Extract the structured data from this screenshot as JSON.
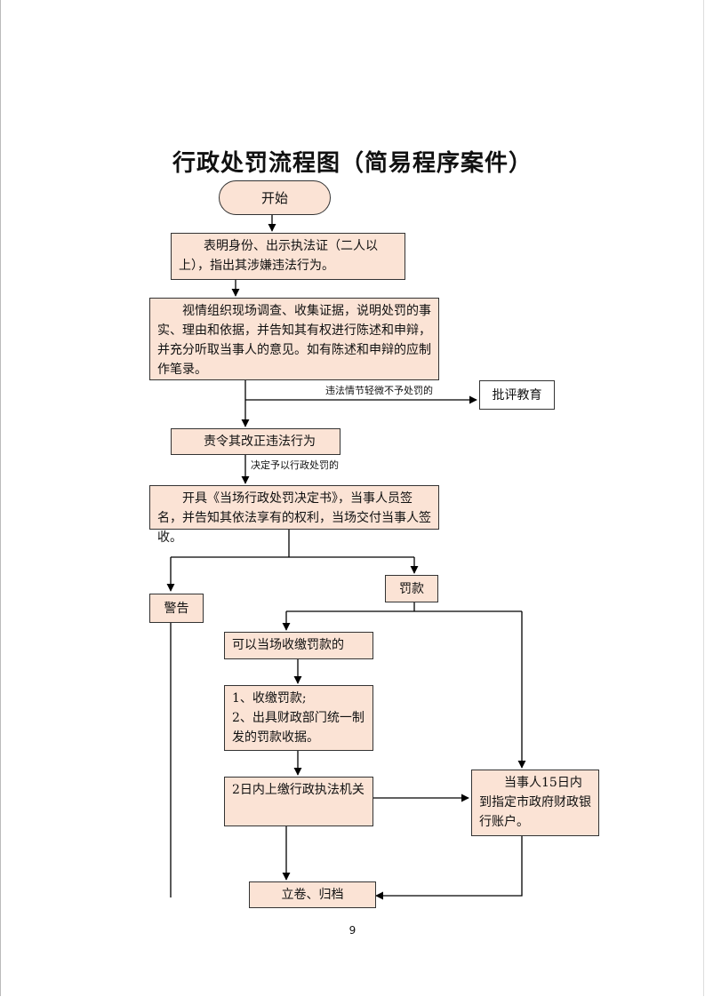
{
  "title": "行政处罚流程图（简易程序案件）",
  "page_number": "9",
  "nodes": {
    "start": "开始",
    "identify": "表明身份、出示执法证（二人以上），指出其涉嫌违法行为。",
    "investigate": "视情组织现场调查、收集证据，说明处罚的事实、理由和依据，并告知其有权进行陈述和申辩，并充分听取当事人的意见。如有陈述和申辩的应制作笔录。",
    "criticize": "批评教育",
    "correct": "责令其改正违法行为",
    "decision": "开具《当场行政处罚决定书》，当事人员签名，并告知其依法享有的权利，当场交付当事人签收。",
    "warning": "警告",
    "fine": "罚款",
    "collect_onsite": "可以当场收缴罚款的",
    "collect_steps": "1、收缴罚款;\n2、出具财政部门统一制发的罚款收据。",
    "submit": "2日内上缴行政执法机关",
    "bank": "当事人15日内到指定市政府财政银行账户。",
    "archive": "立卷、归档"
  },
  "edge_labels": {
    "minor": "违法情节轻微不予处罚的",
    "penalize": "决定予以行政处罚的"
  }
}
